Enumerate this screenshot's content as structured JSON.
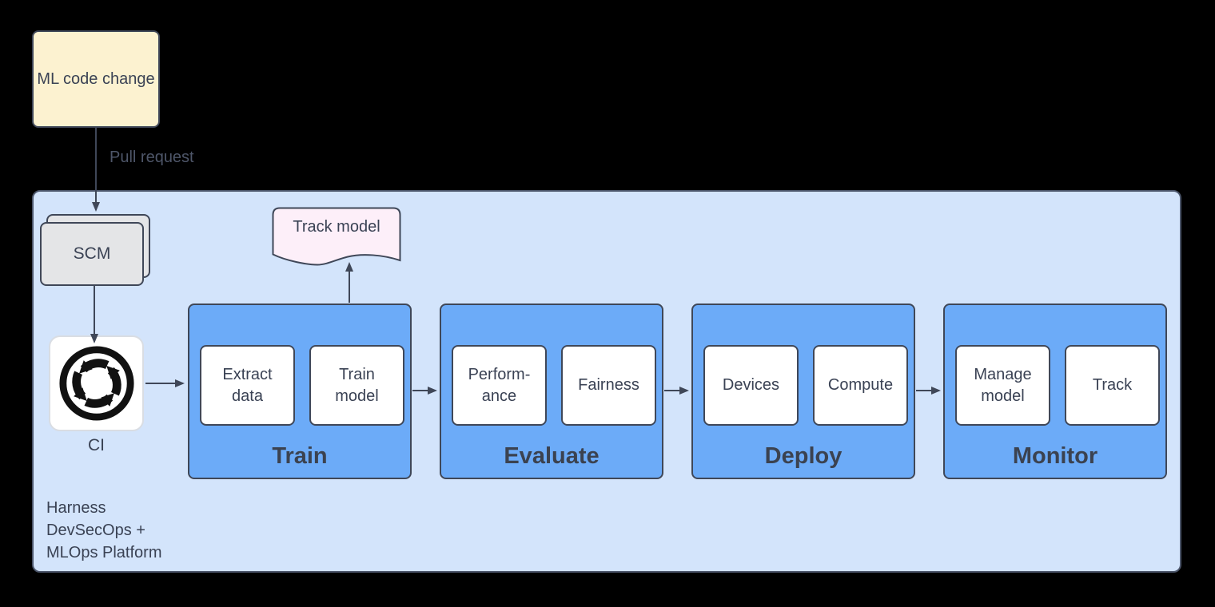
{
  "colors": {
    "background": "#000000",
    "note_fill": "#fcf2d0",
    "container_fill": "#d3e4fb",
    "stage_fill": "#6cabf8",
    "step_fill": "#ffffff",
    "document_fill": "#fdeff9",
    "scm_fill": "#e4e5e7",
    "border": "#3f4758",
    "text": "#3a4254",
    "icon": "#111111"
  },
  "diagram": {
    "trigger": {
      "label": "ML code change"
    },
    "edge_label": "Pull request",
    "platform": {
      "label": "Harness\nDevSecOps +\nMLOps Platform",
      "scm": {
        "label": "SCM"
      },
      "ci": {
        "label": "CI",
        "icon": "ci-cycle-icon"
      },
      "artifact": {
        "label": "Track model"
      },
      "stages": [
        {
          "label": "Train",
          "steps": [
            "Extract\ndata",
            "Train\nmodel"
          ]
        },
        {
          "label": "Evaluate",
          "steps": [
            "Perform-\nance",
            "Fairness"
          ]
        },
        {
          "label": "Deploy",
          "steps": [
            "Devices",
            "Compute"
          ]
        },
        {
          "label": "Monitor",
          "steps": [
            "Manage\nmodel",
            "Track"
          ]
        }
      ]
    }
  }
}
